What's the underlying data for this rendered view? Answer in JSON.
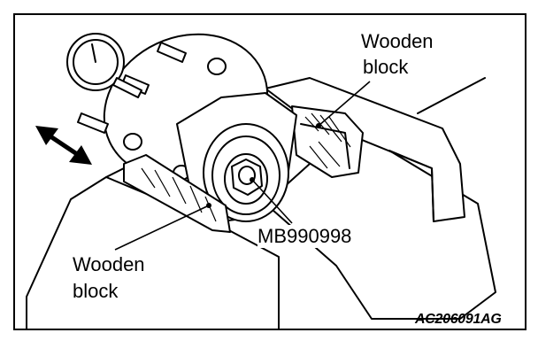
{
  "figure": {
    "labels": {
      "wooden_block_top_line1": "Wooden",
      "wooden_block_top_line2": "block",
      "wooden_block_bottom_line1": "Wooden",
      "wooden_block_bottom_line2": "block",
      "tool": "MB990998"
    },
    "figure_code": "AC206091AG",
    "colors": {
      "line": "#000000",
      "background": "#ffffff"
    },
    "icons": [
      "dial-gauge-icon",
      "double-arrow-icon"
    ]
  }
}
